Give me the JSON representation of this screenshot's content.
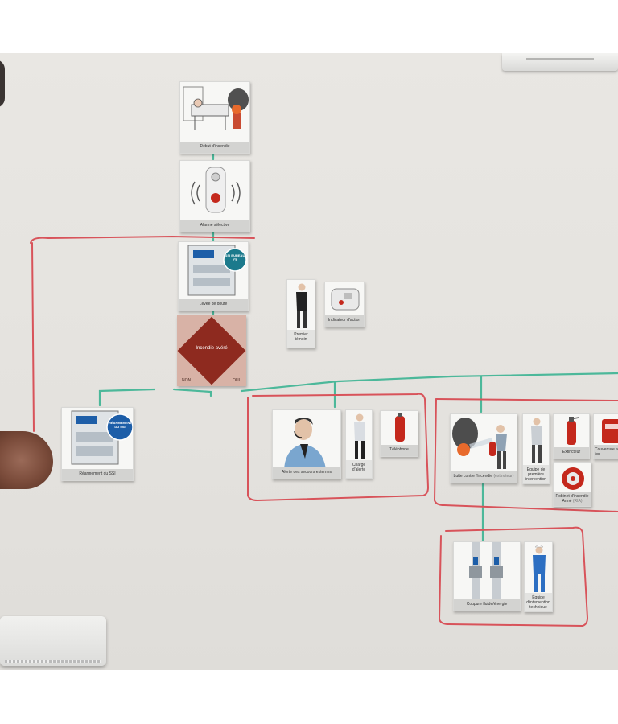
{
  "cards": {
    "debut": "Début d'incendie",
    "alarme": "Alarme sélective",
    "levee": "Levée de doute",
    "incendie": "Incendie avéré",
    "non": "NON",
    "oui": "OUI",
    "premier_temoin": "Premier témoin",
    "indicateur": "Indicateur d'action",
    "rearmement": "Réarmement du SSI",
    "rearmement_badge": "RÉARMEMENT DU SSI",
    "bureau_badge": "SSI BUREAU 2ºE",
    "alerte": "Alerte des secours externes",
    "charge": "Chargé d'alerte",
    "telephone": "Téléphone",
    "lutte": "Lutte contre l'incendie",
    "lutte_suffix": "(extincteur)",
    "equipe_premiere": "Équipe de première intervention",
    "extincteur": "Extincteur",
    "couverture": "Couverture anti-feu",
    "robinet": "Robinet d'incendie Armé",
    "robinet_suffix": "(RIA)",
    "coupure": "Coupure fluide/énergie",
    "equipe_technique": "Équipe d'intervention technique"
  },
  "colors": {
    "board": "#e6e4e0",
    "flow_line": "#4cb89a",
    "group_line": "#d8535a",
    "diamond": "#8e2a1f",
    "diamond_bg": "#d8b2a6"
  }
}
